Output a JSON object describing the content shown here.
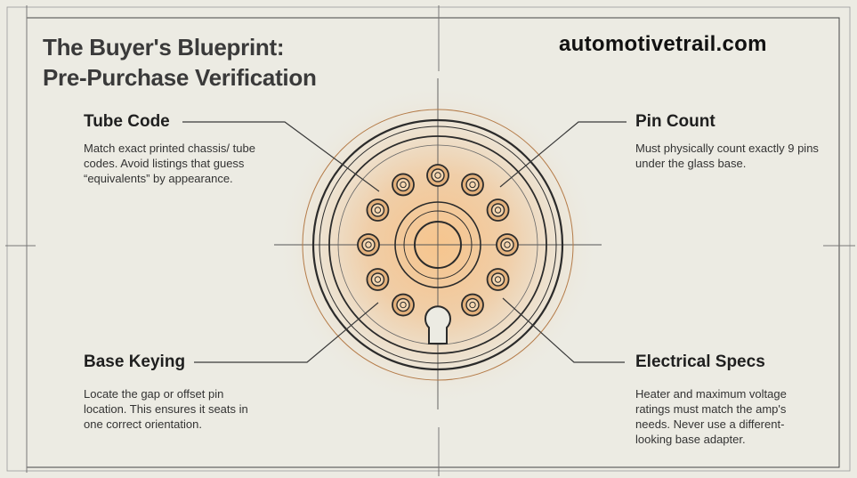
{
  "title": {
    "line1": "The Buyer's Blueprint:",
    "line2": "Pre-Purchase Verification"
  },
  "site": "automotivetrail.com",
  "callouts": {
    "tube_code": {
      "heading": "Tube Code",
      "text": "Match exact printed chassis/ tube codes. Avoid listings that guess “equivalents” by appearance."
    },
    "pin_count": {
      "heading": "Pin Count",
      "text": "Must physically count exactly 9 pins under the glass base."
    },
    "base_keying": {
      "heading": "Base Keying",
      "text": "Locate the gap or offset pin location. This ensures it seats in one correct orientation."
    },
    "electrical_specs": {
      "heading": "Electrical Specs",
      "text": "Heater and maximum voltage ratings must match the amp's needs. Never use a different-looking base adapter."
    }
  },
  "colors": {
    "background": "#ecebe3",
    "line": "#333333",
    "glow": "#f2b777",
    "pin_fill": "#d99a5f"
  }
}
